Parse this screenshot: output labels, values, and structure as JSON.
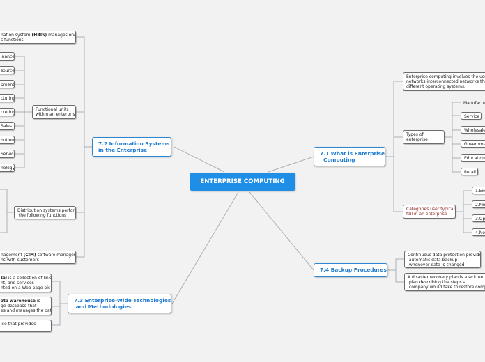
{
  "central": "ENTERPRISE COMPUTING",
  "branch_71": "7.1 What is Enterprise\n  Computing",
  "branch_72": "7.2 Information Systems\nin the Enterprise",
  "branch_73": "7.3 Enterprise-Wide Technologies\n and Methodologies",
  "branch_74": "7.4 Backup Procedures",
  "n71": {
    "definition": "Enterprise computing involves the use of\nnetworks,interconnected networks that e\ndifferent operating systems.",
    "types_label": "Types of\nenterprise",
    "types": [
      "Manufactur",
      "Service",
      "Wholesale",
      "Government",
      "Educationa",
      "Retail"
    ],
    "categories_label": "Categories user typically\nfall in an enterprise",
    "categories": [
      "1.Exe",
      "2.Mid",
      "3.Ope",
      "4.Non"
    ]
  },
  "n74": {
    "cdp": "Continuous data protection provides\n automatic data backup\n whenever data is changed",
    "recovery": "A disaster recovery plan is a written\n plan describing the steps a\n company would take to restore comput"
  },
  "n72": {
    "hris_a": "nation system ",
    "hris_b": "(HRIS)",
    "hris_c": " manages one\ns functions",
    "functional_units": "Functional units\nwithin an enterprise",
    "units": [
      "inance",
      "sources",
      "pment",
      "cturing",
      "rketing",
      "Sales",
      "bution",
      "Service",
      "nology"
    ],
    "distribution": "Distribution systems perform\n the following functions",
    "cim_a": "nagement ",
    "cim_b": "(CIM)",
    "cim_c": " software manages\nns with customers"
  },
  "n73": {
    "portal_a": "tal",
    "portal_b": " is a collection of links,\nnt, and services\nnted on a Web page pic",
    "dw_a": "ata warehouse",
    "dw_b": " is\nge database that\nes and manages the data",
    "service": "ice that provides"
  },
  "colors": {
    "central_bg": "#1f8ee6",
    "branch_text": "#1f7bd0",
    "line": "#9aa3ad",
    "background": "#f2f2f2"
  }
}
